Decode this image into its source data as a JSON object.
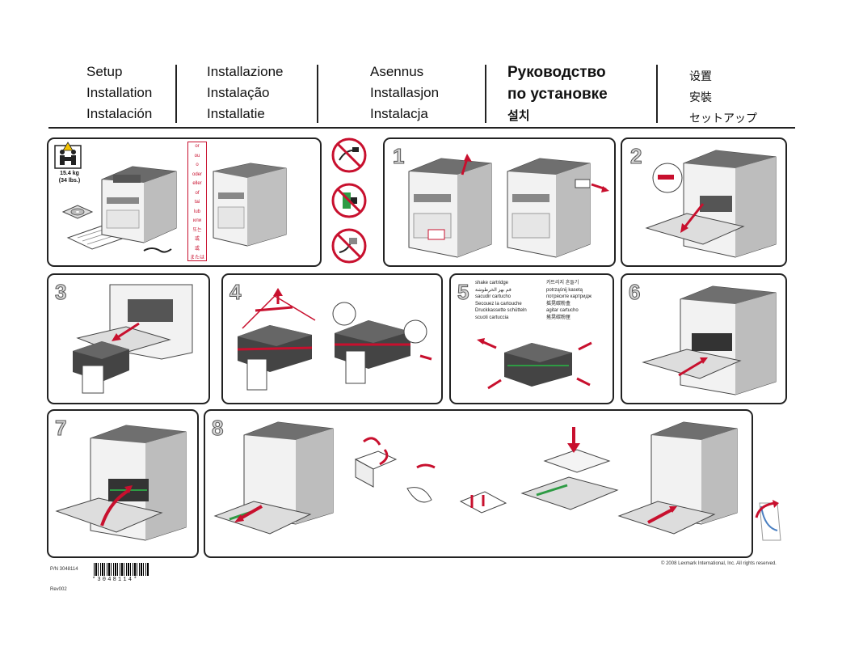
{
  "header": {
    "col1": [
      "Setup",
      "Installation",
      "Instalación"
    ],
    "col2": [
      "Installazione",
      "Instalação",
      "Installatie"
    ],
    "col3": [
      "Asennus",
      "Installasjon",
      "Instalacja"
    ],
    "col4": [
      "Руководство",
      "по установке",
      "설치"
    ],
    "col5": [
      "设置",
      "安裝",
      "セットアップ"
    ]
  },
  "intro": {
    "weight": "15.4 kg",
    "weight_lb": "(34 lbs.)",
    "or_labels": [
      "or",
      "ou",
      "o",
      "oder",
      "eller",
      "of",
      "tai",
      "lub",
      "или",
      "또는",
      "或",
      "或",
      "または"
    ]
  },
  "steps": [
    "1",
    "2",
    "3",
    "4",
    "5",
    "6",
    "7",
    "8"
  ],
  "step5_text_left": [
    "shake cartridge",
    "قم بهز الخرطوشة",
    "sacudir cartucho",
    "Secouez la cartouche",
    "Druckkassette schütteln",
    "scuoti cartuccia"
  ],
  "step5_text_right": [
    "카트리지 흔들기",
    "potrząśnij kasetą",
    "потрясите картридж",
    "摇晃碳粉盒",
    "agitar cartucho",
    "搖晃碳粉匣"
  ],
  "footer": {
    "pn": "P/N 3048114",
    "rev": "Rev002",
    "barcode_text": "*3048114*",
    "copyright": "© 2008 Lexmark International, Inc. All rights reserved."
  },
  "colors": {
    "accent_red": "#c8102e",
    "accent_green": "#2e9b44",
    "printer_gray": "#8a8a8a"
  }
}
